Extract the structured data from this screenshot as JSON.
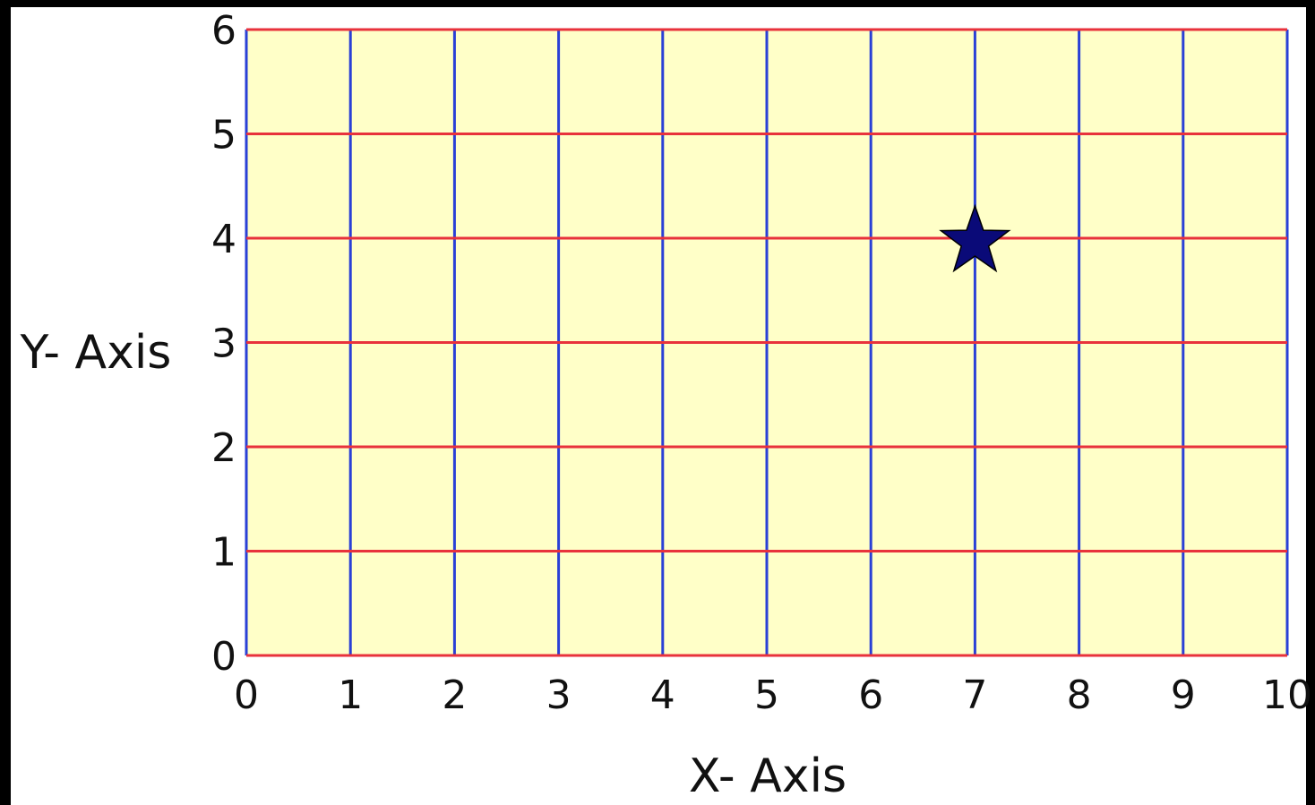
{
  "chart_data": {
    "type": "scatter",
    "xlabel": "X- Axis",
    "ylabel": "Y- Axis",
    "xlim": [
      0,
      10
    ],
    "ylim": [
      0,
      6
    ],
    "x_ticks": [
      "0",
      "1",
      "2",
      "3",
      "4",
      "5",
      "6",
      "7",
      "8",
      "9",
      "10"
    ],
    "y_ticks": [
      "0",
      "1",
      "2",
      "3",
      "4",
      "5",
      "6"
    ],
    "grid": true,
    "points": [
      {
        "x": 7,
        "y": 4,
        "marker": "star"
      }
    ],
    "colors": {
      "plot_background": "#ffffc8",
      "horizontal_grid": "#e8323c",
      "vertical_grid": "#2a40d6",
      "marker": "#0a0a78",
      "page_background": "#000000"
    }
  }
}
